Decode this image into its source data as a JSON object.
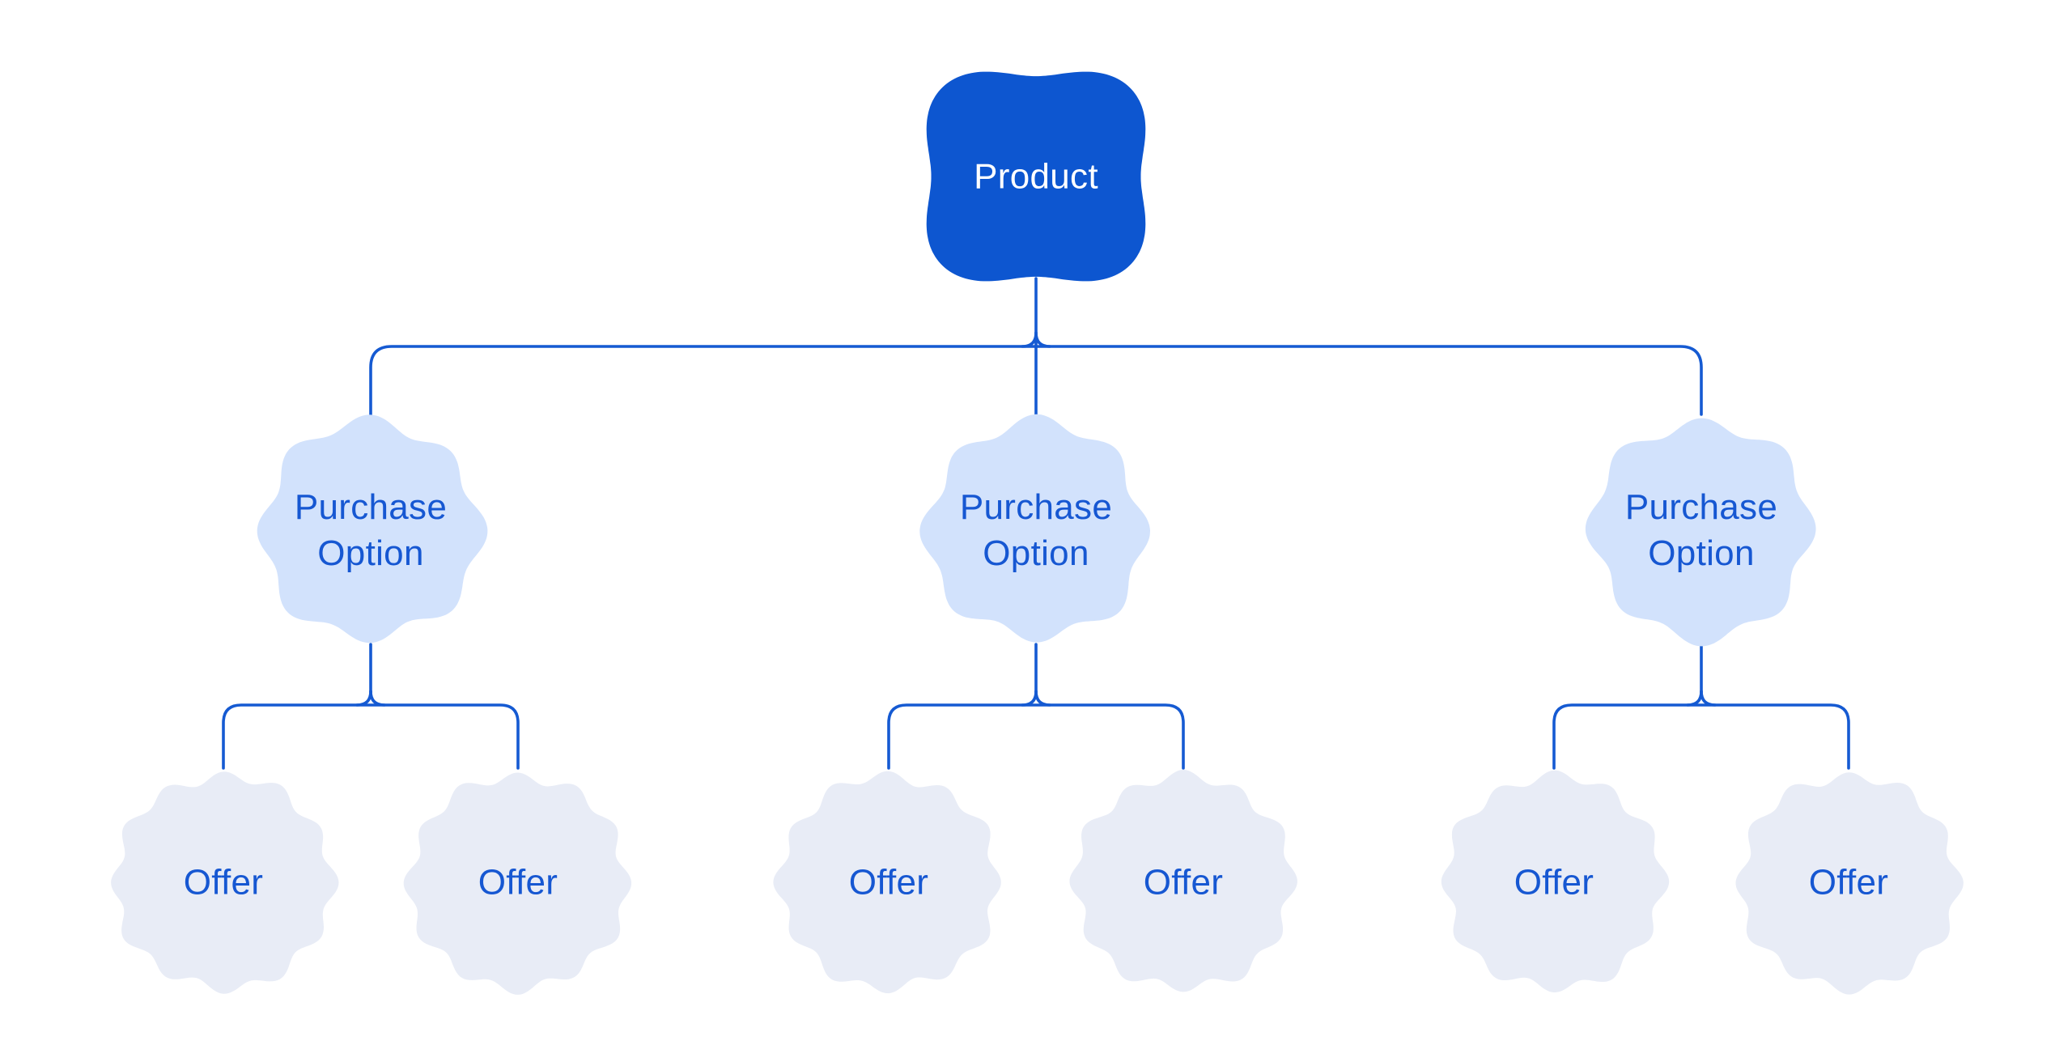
{
  "diagram": {
    "root": {
      "label": "Product"
    },
    "branches": [
      {
        "label": "Purchase Option",
        "offers": [
          {
            "label": "Offer"
          },
          {
            "label": "Offer"
          }
        ]
      },
      {
        "label": "Purchase Option",
        "offers": [
          {
            "label": "Offer"
          },
          {
            "label": "Offer"
          }
        ]
      },
      {
        "label": "Purchase Option",
        "offers": [
          {
            "label": "Offer"
          },
          {
            "label": "Offer"
          }
        ]
      }
    ]
  },
  "colors": {
    "background": "#ffffff",
    "root_fill": "#0d56d0",
    "root_text": "#ffffff",
    "branch_fill": "#d2e2fc",
    "leaf_fill": "#e8ecf6",
    "node_text": "#1657d2",
    "connector": "#155ad2"
  }
}
